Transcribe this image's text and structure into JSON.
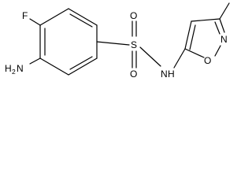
{
  "molecule": {
    "atoms": {
      "fluorine": "F",
      "amine_h": "H",
      "amine_h_count": "2",
      "amine_n": "N",
      "sulfur": "S",
      "oxygen_top": "O",
      "oxygen_bottom": "O",
      "amide_n": "N",
      "amide_h": "H",
      "ring_n": "N",
      "ring_o": "O"
    }
  }
}
